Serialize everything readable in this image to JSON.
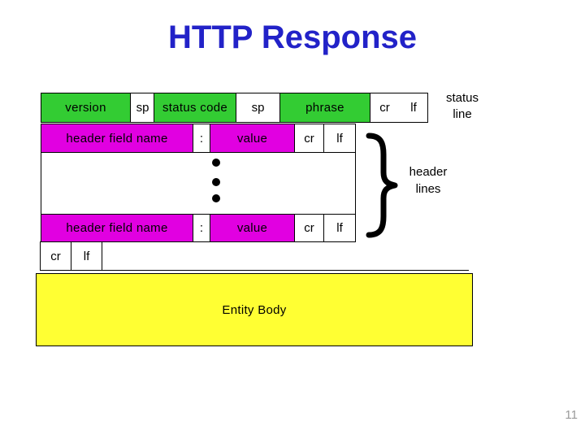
{
  "slide": {
    "title": "HTTP Response",
    "page_number": "11"
  },
  "colors": {
    "title_blue": "#2222C8",
    "status_green": "#33CC33",
    "header_magenta": "#E100E1",
    "body_yellow": "#FFFF33",
    "page_number_gray": "#9A9A9A"
  },
  "diagram": {
    "status_line": {
      "version": "version",
      "sp1": "sp",
      "status_code": "status code",
      "sp2": "sp",
      "phrase": "phrase",
      "cr": "cr",
      "lf": "lf",
      "label_line1": "status",
      "label_line2": "line"
    },
    "header_row1": {
      "name": "header field name",
      "colon": ":",
      "value": "value",
      "cr": "cr",
      "lf": "lf"
    },
    "header_row2": {
      "name": "header field name",
      "colon": ":",
      "value": "value",
      "cr": "cr",
      "lf": "lf"
    },
    "blank_line": {
      "cr": "cr",
      "lf": "lf"
    },
    "header_lines_label_line1": "header",
    "header_lines_label_line2": "lines",
    "entity_body": "Entity Body"
  }
}
